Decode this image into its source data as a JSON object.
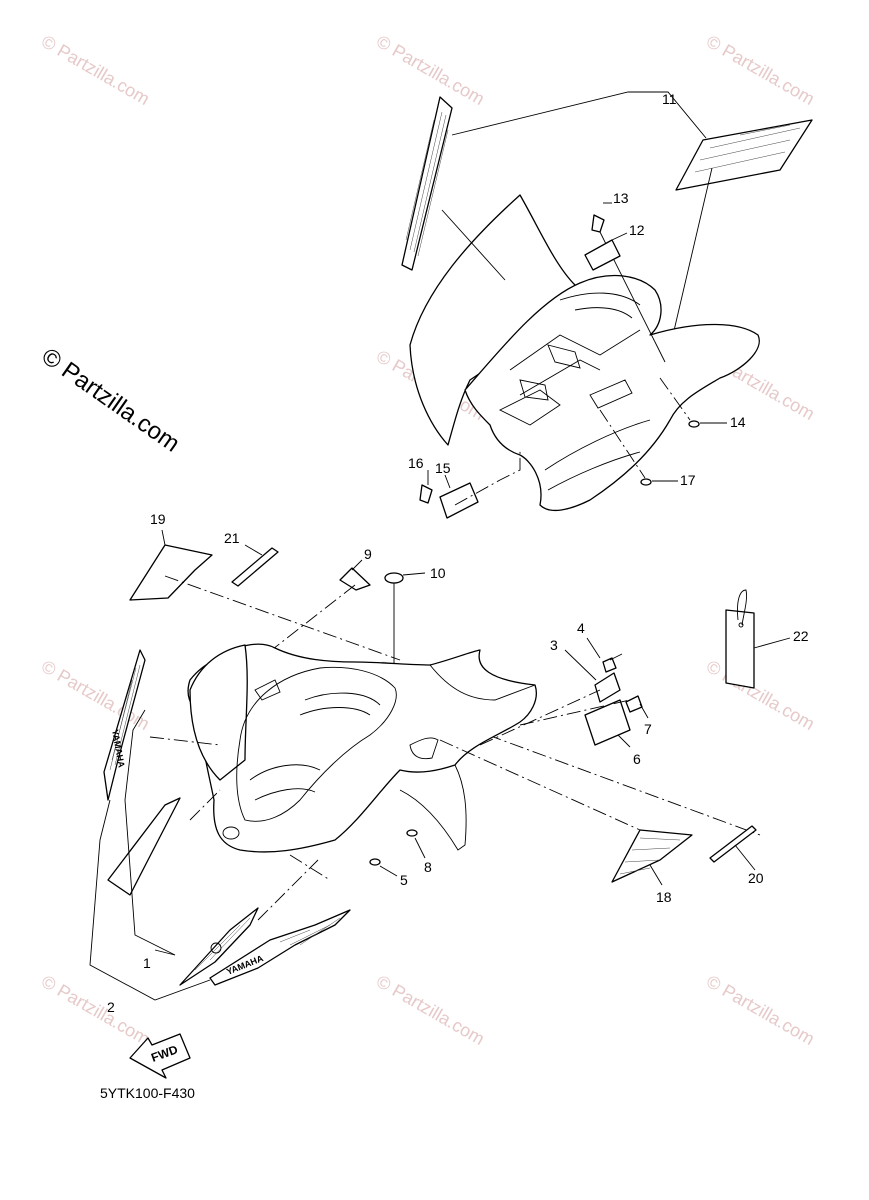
{
  "watermark": {
    "main": "© Partzilla.com",
    "repeat": "© Partzilla.com"
  },
  "diagram_code": "5YTK100-F430",
  "fwd_label": "FWD",
  "brand_decal_text": "YAMAHA",
  "callouts": [
    "1",
    "2",
    "3",
    "4",
    "5",
    "6",
    "7",
    "8",
    "9",
    "10",
    "11",
    "12",
    "13",
    "14",
    "15",
    "16",
    "17",
    "18",
    "19",
    "20",
    "21",
    "22"
  ]
}
